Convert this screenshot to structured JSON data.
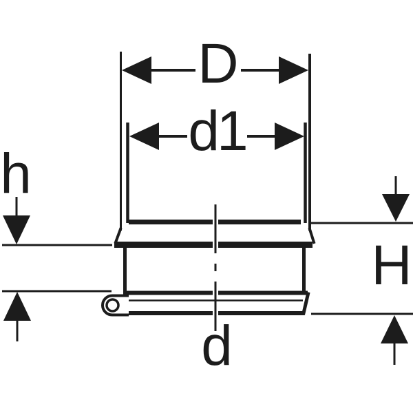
{
  "drawing": {
    "labels": {
      "D": "D",
      "d1": "d1",
      "h": "h",
      "H": "H",
      "d": "d"
    },
    "colors": {
      "line": "#1c1c1c",
      "background": "#ffffff"
    }
  }
}
